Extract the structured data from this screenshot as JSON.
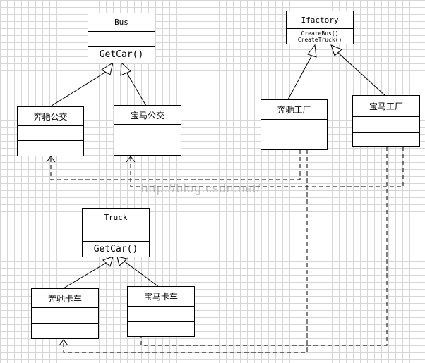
{
  "classes": {
    "bus": {
      "name": "Bus",
      "method": "GetCar()"
    },
    "ifactory": {
      "name": "Ifactory",
      "methods": [
        "CreateBus()",
        "CreateTruck()"
      ]
    },
    "benz_bus": {
      "name": "奔驰公交"
    },
    "bmw_bus": {
      "name": "宝马公交"
    },
    "benz_factory": {
      "name": "奔驰工厂"
    },
    "bmw_factory": {
      "name": "宝马工厂"
    },
    "truck": {
      "name": "Truck",
      "method": "GetCar()"
    },
    "benz_truck": {
      "name": "奔驰卡车"
    },
    "bmw_truck": {
      "name": "宝马卡车"
    }
  },
  "watermark": "http://blog.csdn.net/"
}
